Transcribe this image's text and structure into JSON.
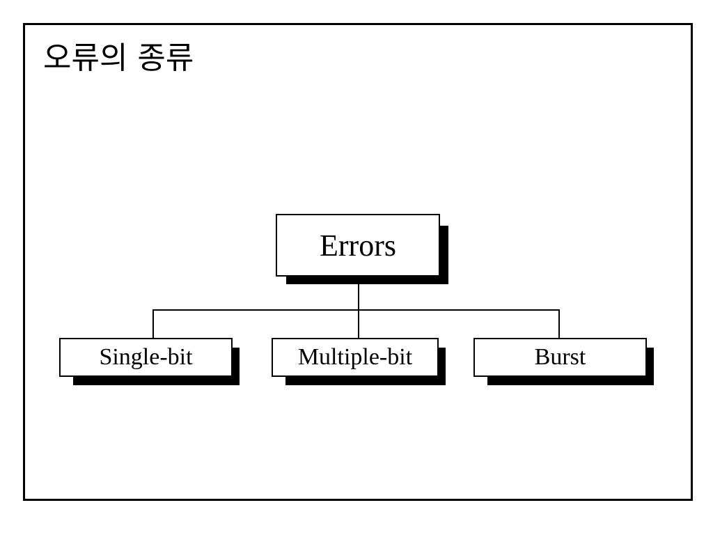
{
  "slide": {
    "title": "오류의 종류"
  },
  "diagram": {
    "root": {
      "label": "Errors"
    },
    "children": [
      {
        "label": "Single-bit"
      },
      {
        "label": "Multiple-bit"
      },
      {
        "label": "Burst"
      }
    ]
  }
}
